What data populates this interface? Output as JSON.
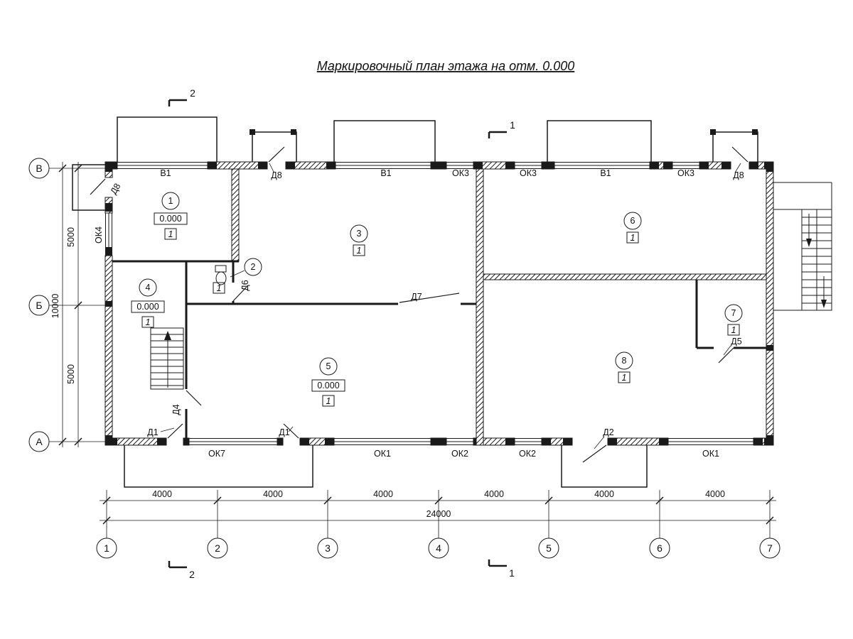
{
  "title": "Маркировочный план этажа на отм. 0.000",
  "section_marks": {
    "top_left": "2",
    "top_center": "1",
    "bottom_left": "2",
    "bottom_center": "1"
  },
  "axes": {
    "bottom": [
      "1",
      "2",
      "3",
      "4",
      "5",
      "6",
      "7"
    ],
    "left": [
      "В",
      "Б",
      "А"
    ]
  },
  "dims": {
    "b4": [
      "4000",
      "4000",
      "4000",
      "4000",
      "4000",
      "4000"
    ],
    "b_total": "24000",
    "l5": [
      "5000",
      "5000"
    ],
    "l_total": "10000"
  },
  "rooms": [
    {
      "num": "1",
      "elev": "0.000",
      "type": "1"
    },
    {
      "num": "2",
      "type": "1"
    },
    {
      "num": "3",
      "type": "1"
    },
    {
      "num": "4",
      "elev": "0.000",
      "type": "1"
    },
    {
      "num": "5",
      "elev": "0.000",
      "type": "1"
    },
    {
      "num": "6",
      "type": "1"
    },
    {
      "num": "7",
      "type": "1"
    },
    {
      "num": "8",
      "type": "1"
    }
  ],
  "openings": {
    "top": [
      "В1",
      "Д8",
      "В1",
      "ОК3",
      "ОК3",
      "В1",
      "ОК3",
      "Д8"
    ],
    "bottom": [
      "Д1",
      "ОК7",
      "Д1",
      "ОК1",
      "ОК2",
      "ОК2",
      "Д2",
      "ОК1"
    ],
    "left": [
      "Д8",
      "ОК4"
    ],
    "interior": [
      "Д6",
      "Д7",
      "Д4",
      "Д5"
    ]
  }
}
